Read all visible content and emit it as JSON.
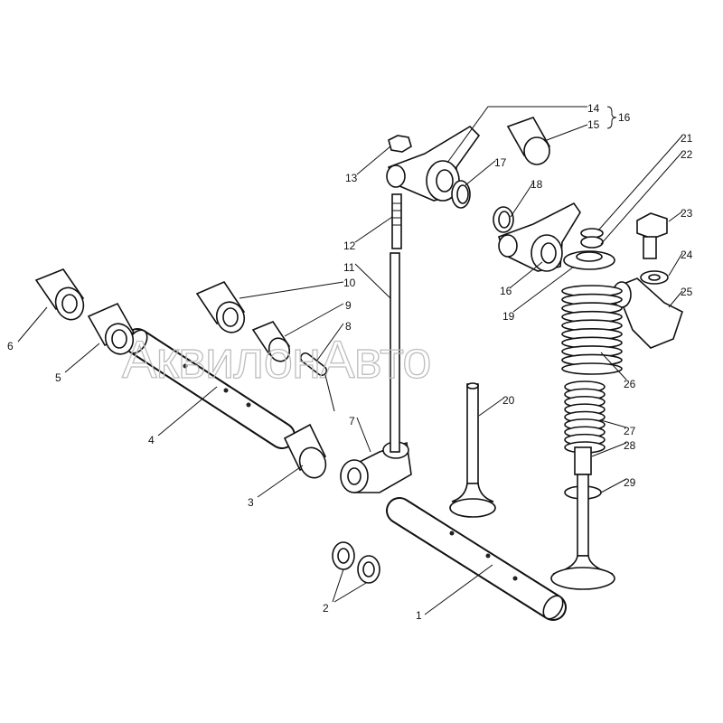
{
  "watermark": "АквилонАвто",
  "labels": [
    "1",
    "2",
    "3",
    "4",
    "5",
    "6",
    "7",
    "8",
    "9",
    "10",
    "11",
    "12",
    "13",
    "14",
    "15",
    "16",
    "16",
    "17",
    "18",
    "19",
    "20",
    "21",
    "22",
    "23",
    "24",
    "25",
    "26",
    "27",
    "28",
    "29"
  ],
  "colors": {
    "line": "#111111",
    "watermark": "#bdbdbd"
  }
}
